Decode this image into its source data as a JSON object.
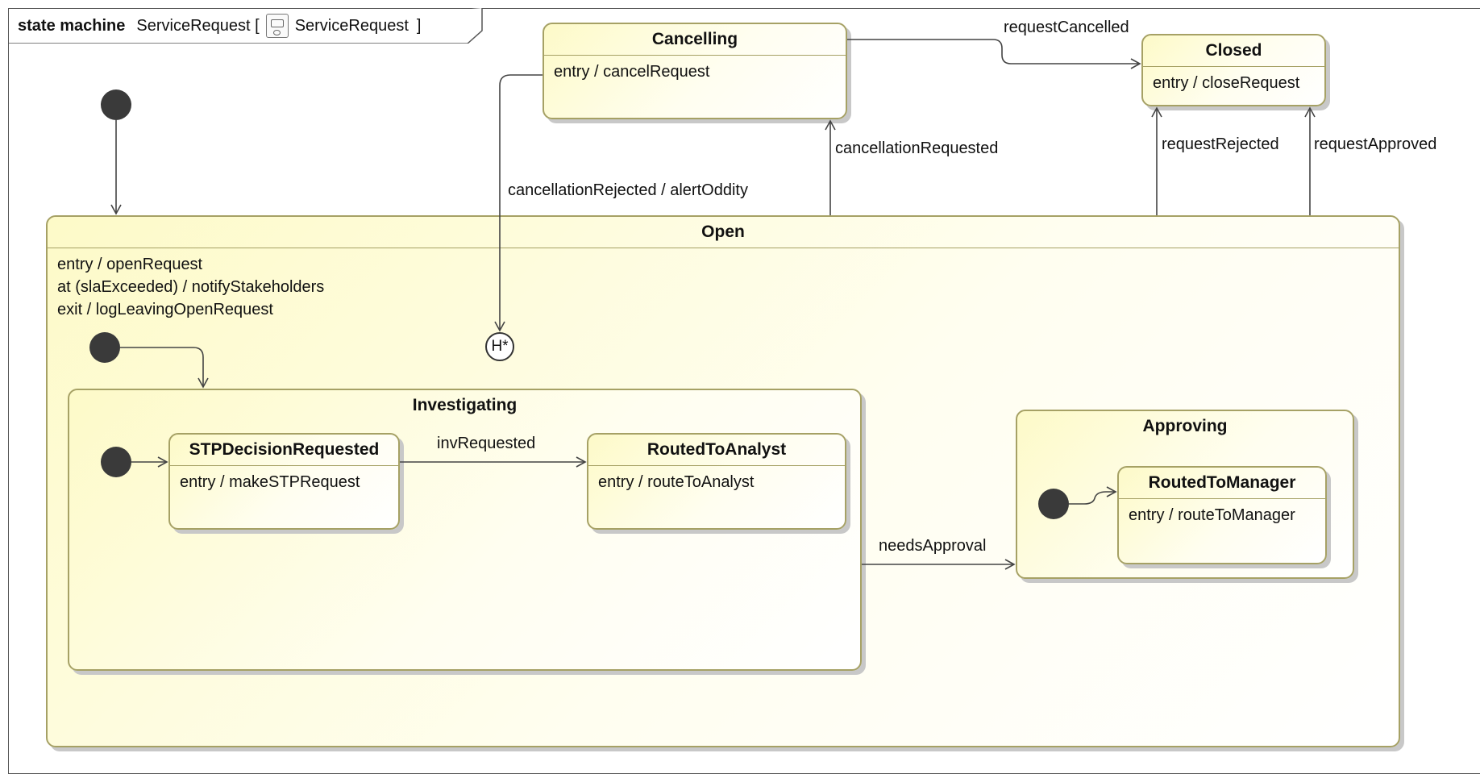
{
  "frame": {
    "keyword": "state machine",
    "name": "ServiceRequest [",
    "context": "ServiceRequest",
    "close": "]"
  },
  "states": {
    "cancelling": {
      "name": "Cancelling",
      "entry_kw": "entry /",
      "entry_action": "cancelRequest"
    },
    "closed": {
      "name": "Closed",
      "entry_kw": "entry /",
      "entry_action": "closeRequest"
    },
    "open": {
      "name": "Open",
      "activities": [
        "entry / openRequest",
        "at (slaExceeded) / notifyStakeholders",
        "exit / logLeavingOpenRequest"
      ]
    },
    "investigating": {
      "name": "Investigating"
    },
    "stp": {
      "name": "STPDecisionRequested",
      "entry_kw": "entry /",
      "entry_action": "makeSTPRequest"
    },
    "analyst": {
      "name": "RoutedToAnalyst",
      "entry_kw": "entry /",
      "entry_action": "routeToAnalyst"
    },
    "approving": {
      "name": "Approving"
    },
    "manager": {
      "name": "RoutedToManager",
      "entry_kw": "entry /",
      "entry_action": "routeToManager"
    }
  },
  "history": {
    "label": "H*"
  },
  "transitions": {
    "request_cancelled": "requestCancelled",
    "cancellation_requested": "cancellationRequested",
    "cancellation_rejected": "cancellationRejected / alertOddity",
    "request_rejected": "requestRejected",
    "request_approved": "requestApproved",
    "inv_requested": "invRequested",
    "needs_approval": "needsApproval"
  },
  "colors": {
    "state_fill": "#fdfac8",
    "state_border": "#a6a165",
    "line": "#444444"
  }
}
